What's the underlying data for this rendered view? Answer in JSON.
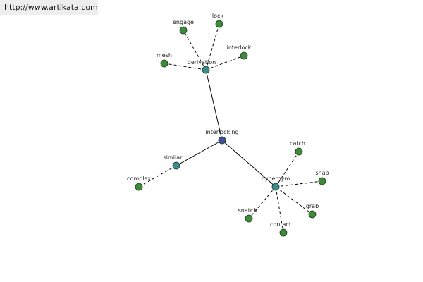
{
  "source_url": "http://www.artikata.com",
  "colors": {
    "center": "#3f4f9e",
    "relation": "#3b8b8f",
    "leaf": "#3f8a3a",
    "node_stroke": "#1e3a1e",
    "edge": "#000000"
  },
  "nodes": [
    {
      "id": "interlocking",
      "label": "interlocking",
      "kind": "center"
    },
    {
      "id": "derivation",
      "label": "derivation",
      "kind": "relation"
    },
    {
      "id": "similar",
      "label": "similar",
      "kind": "relation"
    },
    {
      "id": "hypernym",
      "label": "hypernym",
      "kind": "relation"
    },
    {
      "id": "engage",
      "label": "engage",
      "kind": "leaf"
    },
    {
      "id": "lock",
      "label": "lock",
      "kind": "leaf"
    },
    {
      "id": "mesh",
      "label": "mesh",
      "kind": "leaf"
    },
    {
      "id": "interlock",
      "label": "interlock",
      "kind": "leaf"
    },
    {
      "id": "complex",
      "label": "complex",
      "kind": "leaf"
    },
    {
      "id": "catch",
      "label": "catch",
      "kind": "leaf"
    },
    {
      "id": "snap",
      "label": "snap",
      "kind": "leaf"
    },
    {
      "id": "grab",
      "label": "grab",
      "kind": "leaf"
    },
    {
      "id": "snatch",
      "label": "snatch",
      "kind": "leaf"
    },
    {
      "id": "contact",
      "label": "contact",
      "kind": "leaf"
    }
  ],
  "edges": [
    {
      "from": "interlocking",
      "to": "derivation",
      "style": "solid"
    },
    {
      "from": "interlocking",
      "to": "similar",
      "style": "solid"
    },
    {
      "from": "interlocking",
      "to": "hypernym",
      "style": "solid"
    },
    {
      "from": "derivation",
      "to": "engage",
      "style": "dashed"
    },
    {
      "from": "derivation",
      "to": "lock",
      "style": "dashed"
    },
    {
      "from": "derivation",
      "to": "mesh",
      "style": "dashed"
    },
    {
      "from": "derivation",
      "to": "interlock",
      "style": "dashed"
    },
    {
      "from": "similar",
      "to": "complex",
      "style": "dashed"
    },
    {
      "from": "hypernym",
      "to": "catch",
      "style": "dashed"
    },
    {
      "from": "hypernym",
      "to": "snap",
      "style": "dashed"
    },
    {
      "from": "hypernym",
      "to": "grab",
      "style": "dashed"
    },
    {
      "from": "hypernym",
      "to": "snatch",
      "style": "dashed"
    },
    {
      "from": "hypernym",
      "to": "contact",
      "style": "dashed"
    }
  ]
}
